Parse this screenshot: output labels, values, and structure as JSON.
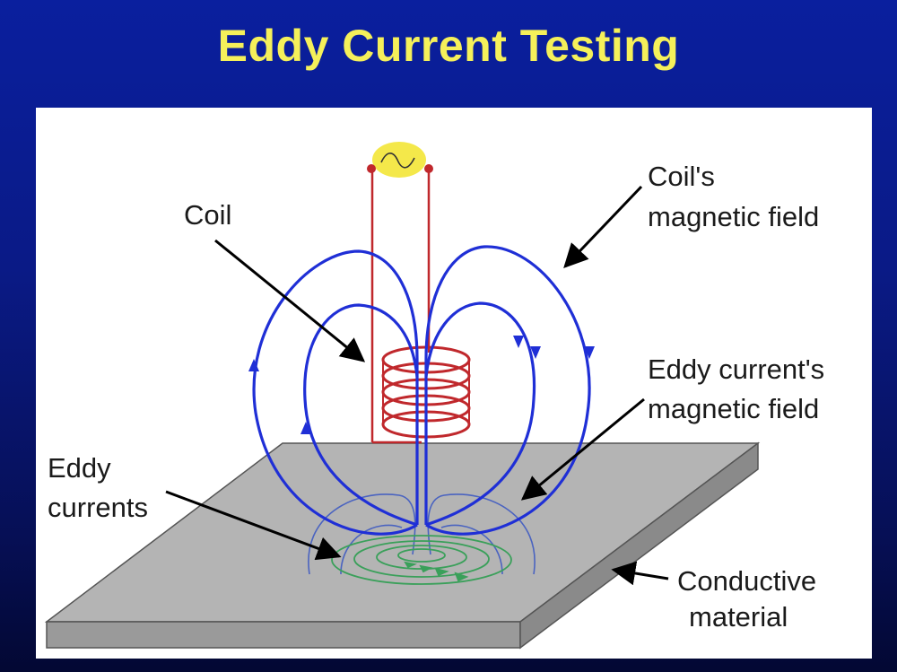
{
  "title": "Eddy Current Testing",
  "labels": {
    "coil": "Coil",
    "coil_field_line1": "Coil's",
    "coil_field_line2": "magnetic field",
    "eddy_field_line1": "Eddy current's",
    "eddy_field_line2": "magnetic field",
    "eddy_currents_line1": "Eddy",
    "eddy_currents_line2": "currents",
    "conductive_line1": "Conductive",
    "conductive_line2": "material"
  },
  "colors": {
    "background": "#0a1f9e",
    "title": "#f5f05a",
    "coil": "#c0282c",
    "coil_field": "#1f2fd6",
    "eddy_field": "#3f58b8",
    "eddy_currents": "#3aa05a",
    "plate_top": "#b2b2b2",
    "ac_source": "#f4e84a"
  }
}
